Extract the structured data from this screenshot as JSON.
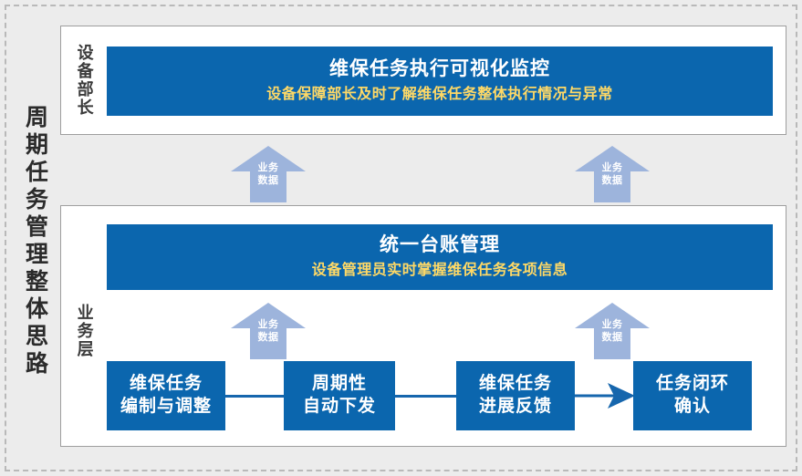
{
  "slide": {
    "side_title": "周期任务管理整体思路",
    "background_color": "#ececec",
    "accent_blue": "#0b66ae",
    "arrow_blue": "#9db4dc",
    "subtitle_yellow": "#ffd966"
  },
  "layers": [
    {
      "role_label": "设备部长",
      "banner": {
        "title": "维保任务执行可视化监控",
        "subtitle": "设备保障部长及时了解维保任务整体执行情况与异常"
      }
    },
    {
      "role_label": "业务层",
      "banner": {
        "title": "统一台账管理",
        "subtitle": "设备管理员实时掌握维保任务各项信息"
      }
    }
  ],
  "data_arrows": [
    {
      "line1": "业务",
      "line2": "数据"
    },
    {
      "line1": "业务",
      "line2": "数据"
    },
    {
      "line1": "业务",
      "line2": "数据"
    },
    {
      "line1": "业务",
      "line2": "数据"
    }
  ],
  "flow_steps": [
    {
      "line1": "维保任务",
      "line2": "编制与调整"
    },
    {
      "line1": "周期性",
      "line2": "自动下发"
    },
    {
      "line1": "维保任务",
      "line2": "进展反馈"
    },
    {
      "line1": "任务闭环",
      "line2": "确认"
    }
  ]
}
